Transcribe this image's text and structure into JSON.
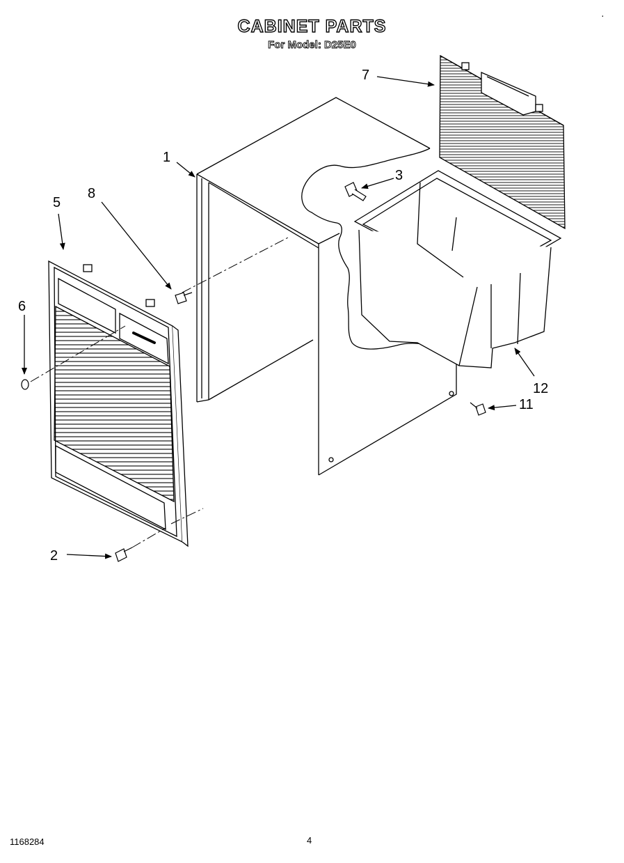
{
  "title": "CABINET PARTS",
  "subtitle": "For Model: D25E0",
  "corner_mark": "·",
  "footer": {
    "code": "1168284",
    "page": "4"
  },
  "callouts": [
    {
      "id": "1",
      "part": "cabinet-shell"
    },
    {
      "id": "2",
      "part": "screw"
    },
    {
      "id": "3",
      "part": "clip"
    },
    {
      "id": "5",
      "part": "front-grille"
    },
    {
      "id": "6",
      "part": "plug"
    },
    {
      "id": "7",
      "part": "rear-grille"
    },
    {
      "id": "8",
      "part": "screw"
    },
    {
      "id": "11",
      "part": "screw"
    },
    {
      "id": "12",
      "part": "water-bucket"
    }
  ]
}
